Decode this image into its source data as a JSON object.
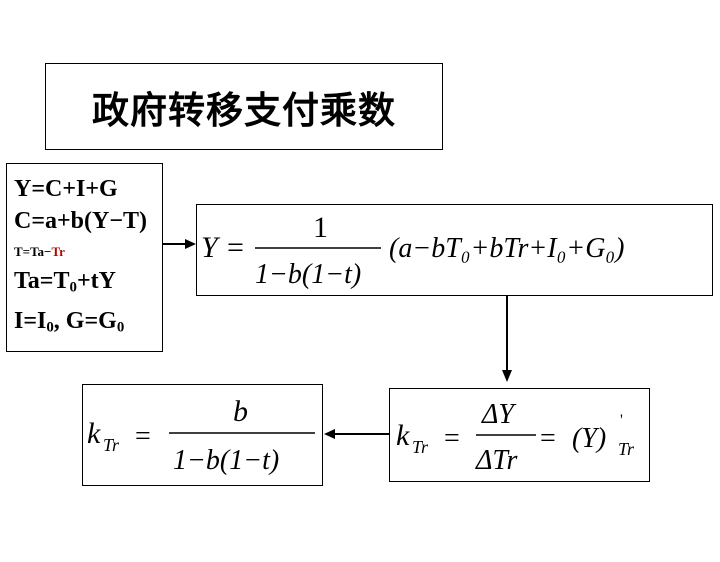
{
  "title": "政府转移支付乘数",
  "equations": {
    "line1": "Y=C+I+G",
    "line2": "C=a+b(Y−T)",
    "line3_prefix": "T=Ta−",
    "line3_red": "Tr",
    "line4_a": "Ta=T",
    "line4_sub": "0",
    "line4_b": "+tY",
    "line5_a": "I=I",
    "line5_sub1": "0",
    "line5_b": ", G=G",
    "line5_sub2": "0"
  },
  "formula_y": {
    "lhs": "Y",
    "eq": "=",
    "num": "1",
    "den": "1−b(1−t)",
    "paren_content": "(a−bT₀+bTr+I₀+G₀)"
  },
  "formula_k_derivative": {
    "k": "k",
    "k_sub": "Tr",
    "num": "ΔY",
    "den": "ΔTr",
    "rhs": "(Y)",
    "rhs_sup": "'",
    "rhs_sub": "Tr"
  },
  "formula_k_result": {
    "k": "k",
    "k_sub": "Tr",
    "num": "b",
    "den": "1−b(1−t)"
  },
  "colors": {
    "accent_red": "#c00000",
    "stroke": "#000000"
  }
}
